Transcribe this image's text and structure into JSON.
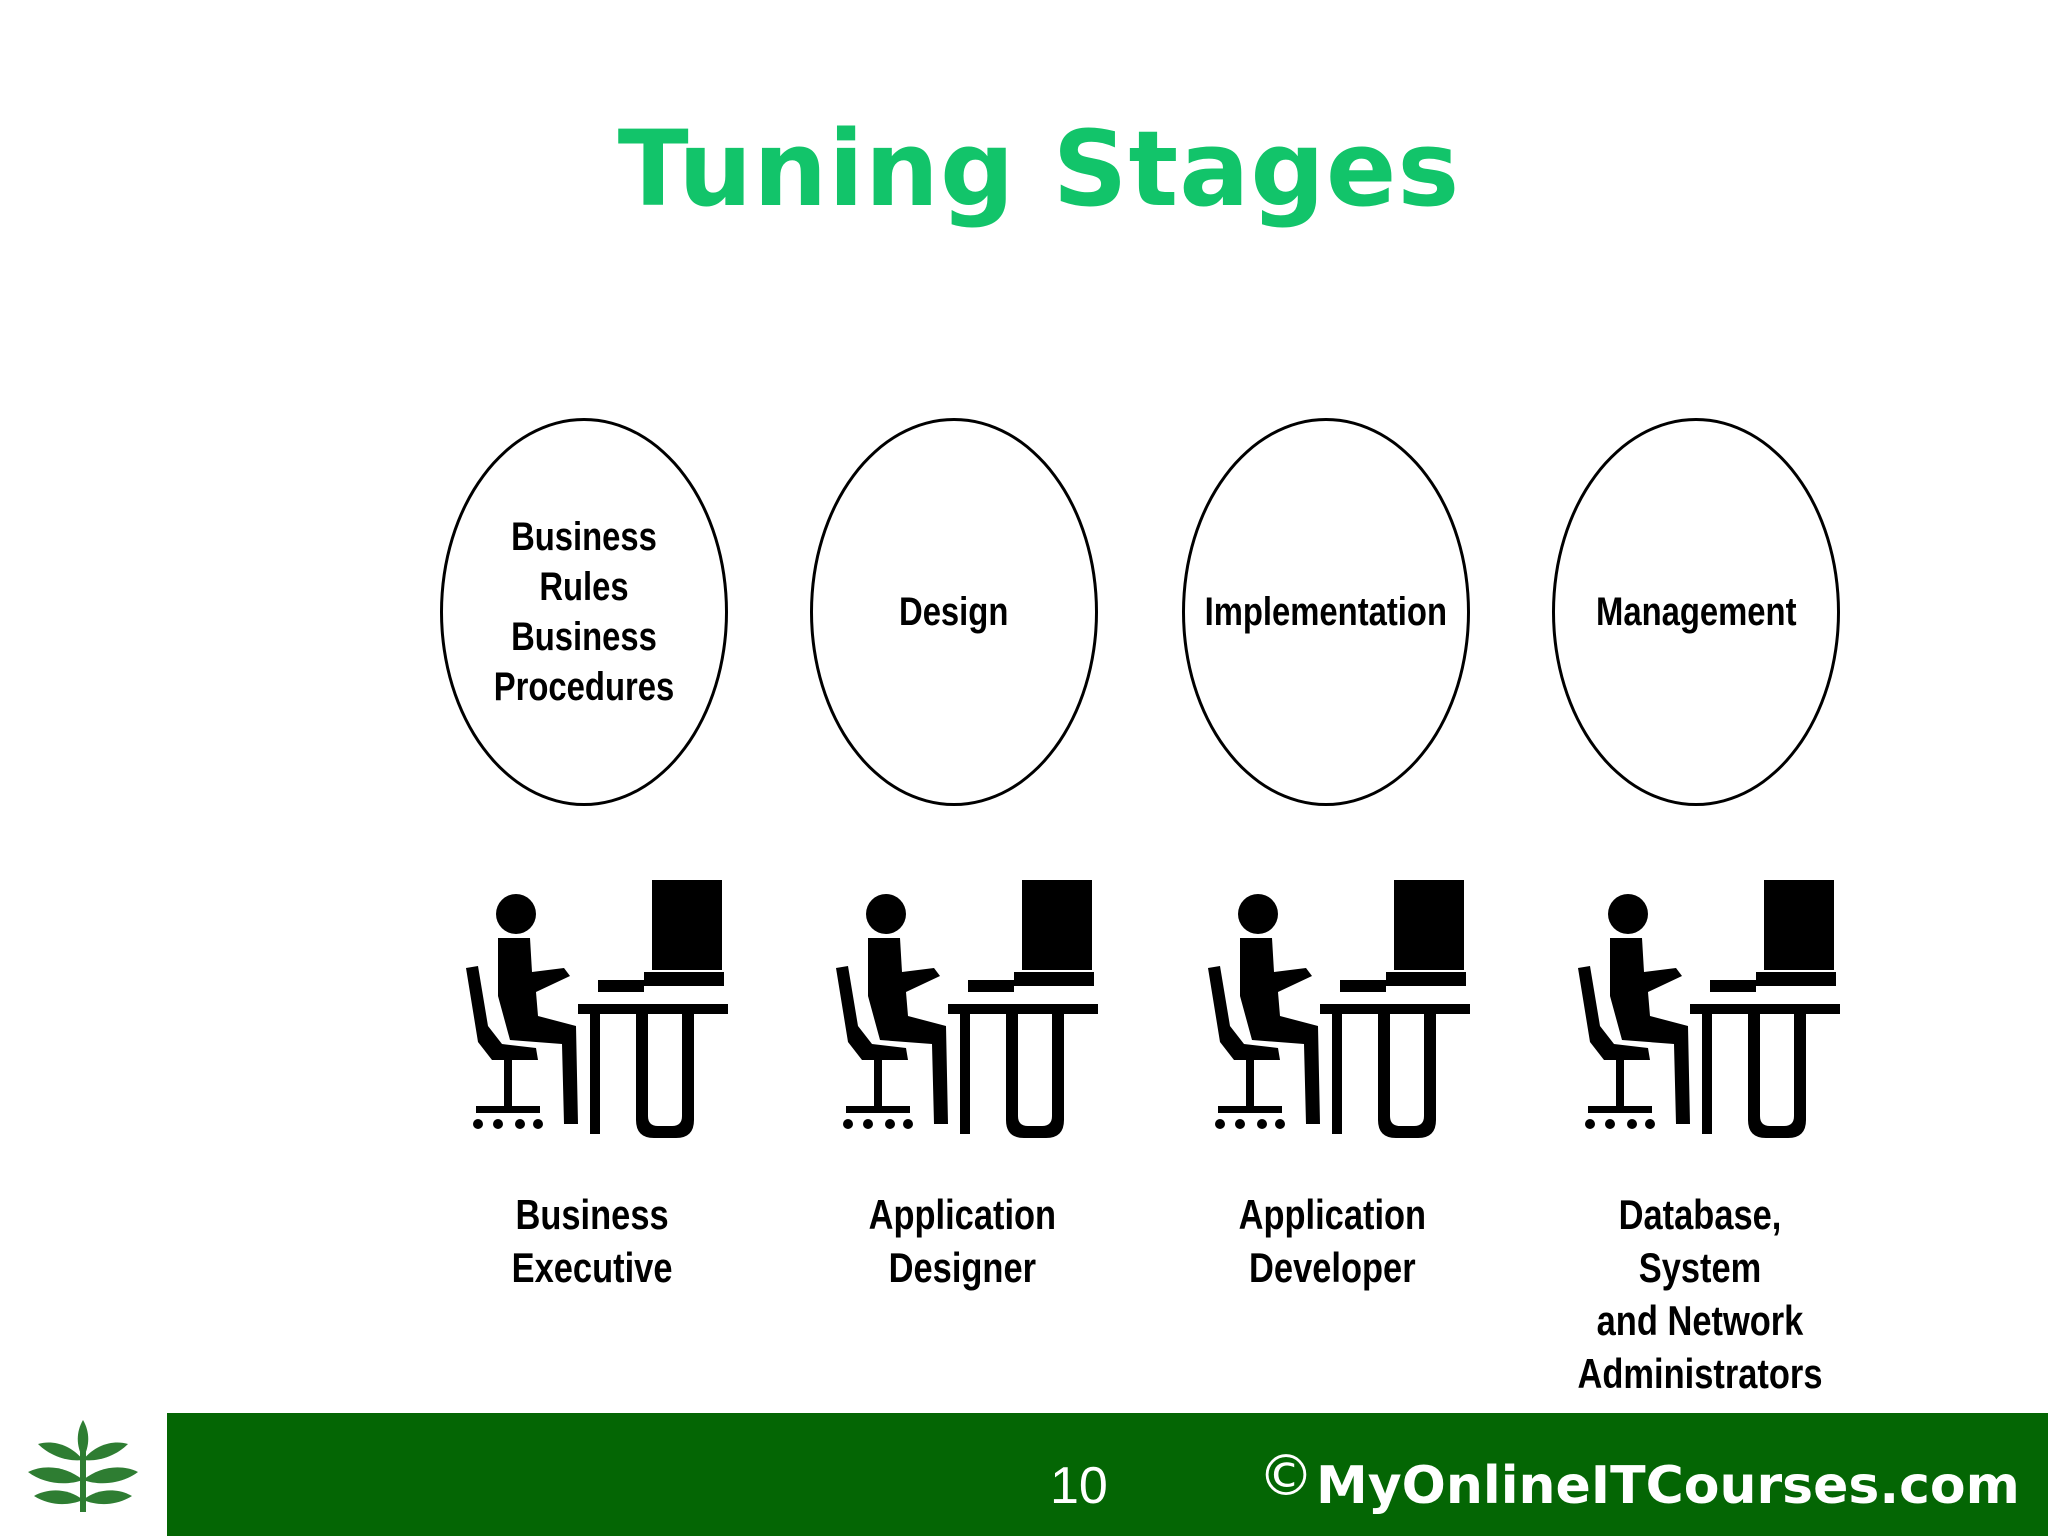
{
  "slide": {
    "title": "Tuning Stages",
    "page_number": "10",
    "copyright_symbol": "©",
    "copyright_text": "MyOnlineITCourses.com"
  },
  "colors": {
    "title": "#12c46a",
    "footer_bar": "#046604",
    "footer_text": "#ffffff",
    "logo_leaf": "#2e7d32"
  },
  "stages": [
    {
      "label": "Business Rules\nBusiness\nProcedures",
      "role": "Business\nExecutive"
    },
    {
      "label": "Design",
      "role": "Application\nDesigner"
    },
    {
      "label": "Implementation",
      "role": "Application\nDeveloper"
    },
    {
      "label": "Management",
      "role": "Database, System\nand Network\nAdministrators"
    }
  ],
  "icons": {
    "worker": "person-at-computer-icon",
    "logo": "leaf-logo-icon"
  }
}
